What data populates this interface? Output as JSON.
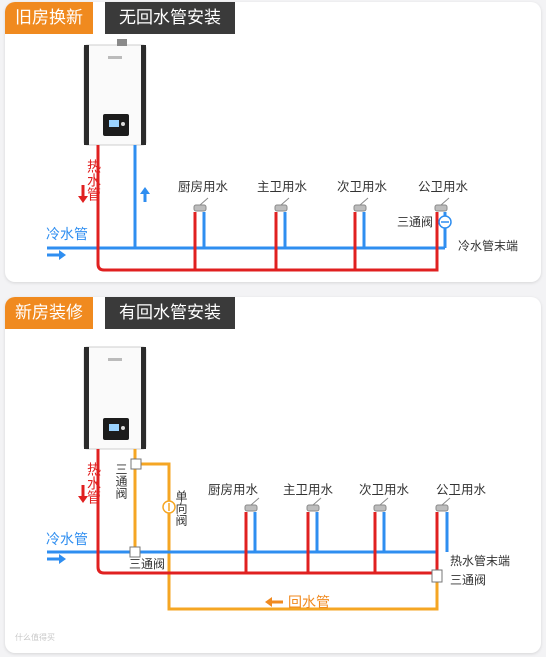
{
  "panel1": {
    "tag_label": "旧房换新",
    "title": "无回水管安装",
    "hot_pipe_label": "热水管",
    "cold_pipe_label": "冷水管",
    "fixtures": [
      "厨房用水",
      "主卫用水",
      "次卫用水",
      "公卫用水"
    ],
    "three_way_valve_label": "三通阀",
    "cold_pipe_end_label": "冷水管末端"
  },
  "panel2": {
    "tag_label": "新房装修",
    "title": "有回水管安装",
    "hot_pipe_label": "热水管",
    "cold_pipe_label": "冷水管",
    "fixtures": [
      "厨房用水",
      "主卫用水",
      "次卫用水",
      "公卫用水"
    ],
    "three_way_valve_vertical_label": "三通阀",
    "check_valve_label": "单向阀",
    "three_way_valve_bottom_label": "三通阀",
    "hot_pipe_end_label": "热水管末端",
    "three_way_valve_right_label": "三通阀",
    "return_pipe_label": "回水管",
    "watermark": "什么值得买"
  },
  "colors": {
    "hot": "#e02020",
    "cold": "#2f8ef0",
    "return": "#f5a623",
    "accent_orange": "#f08a1f",
    "dark_tag": "#3a3a3a"
  }
}
